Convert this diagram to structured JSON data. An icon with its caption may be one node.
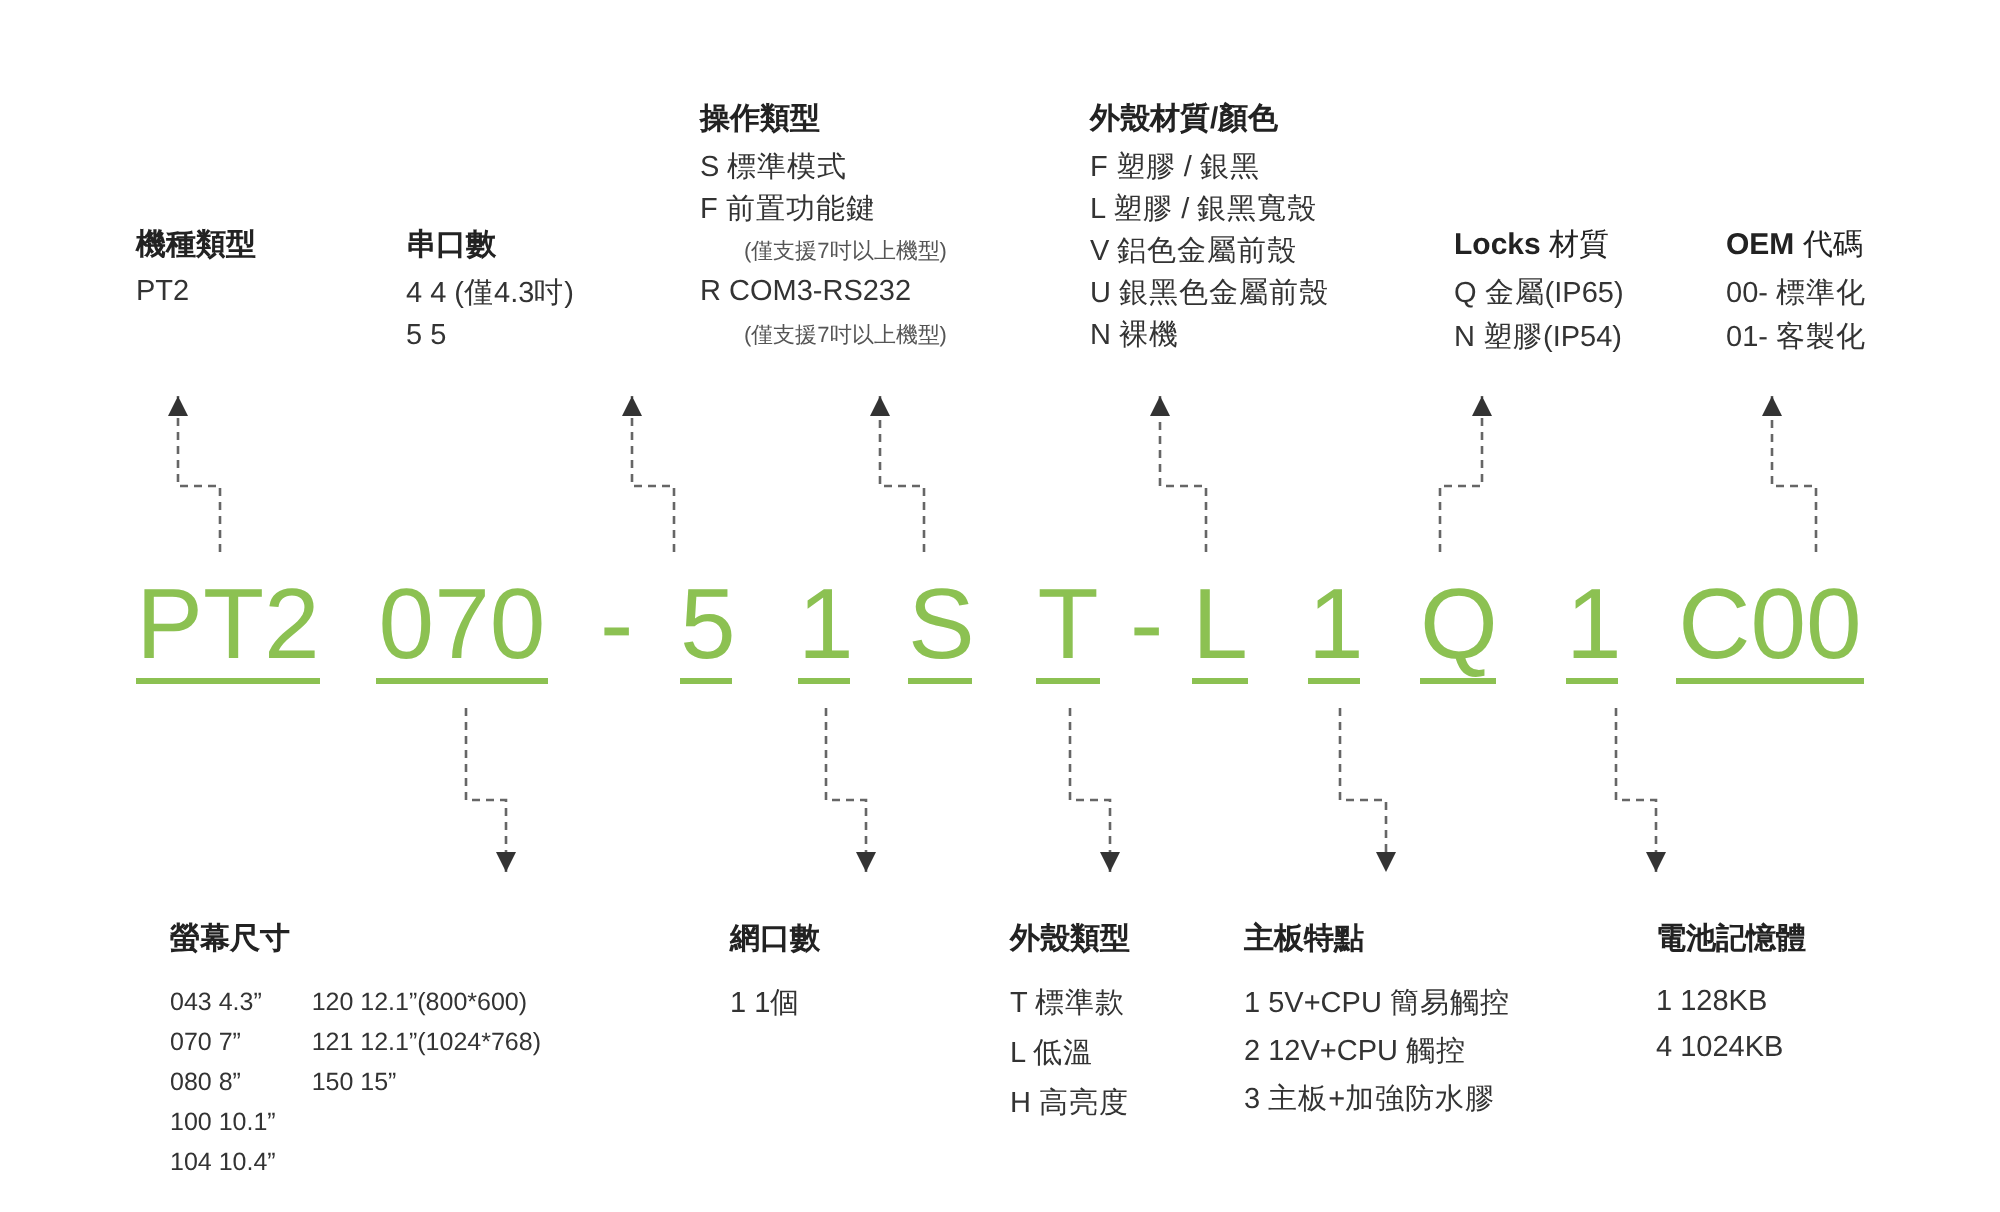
{
  "diagram": {
    "nodes": [
      {
        "text": [
          "機種類型",
          "PT2"
        ]
      },
      {
        "text": [
          "串口數",
          "4 4 (僅4.3吋)",
          "5 5"
        ]
      },
      {
        "text": [
          "操作類型",
          "S 標準模式",
          "F 前置功能鍵",
          "(僅支援7吋以上機型)",
          "R COM3-RS232",
          "(僅支援7吋以上機型)"
        ]
      },
      {
        "text": [
          "外殼材質/顏色",
          "F 塑膠 / 銀黑",
          "L 塑膠 / 銀黑寬殼",
          "V 鋁色金屬前殼",
          "U 銀黑色金屬前殼",
          "N 裸機"
        ]
      },
      {
        "text": [
          "**Locks** 材質",
          "Q 金屬(IP65)",
          "N 塑膠(IP54)"
        ]
      },
      {
        "text": [
          "**OEM** 代碼",
          "00- 標準化",
          "01- 客製化"
        ]
      },
      {
        "text": [
          "PT2"
        ]
      },
      {
        "text": [
          "070"
        ]
      },
      {
        "text": [
          "5"
        ]
      },
      {
        "text": [
          "1"
        ]
      },
      {
        "text": [
          "S"
        ]
      },
      {
        "text": [
          "T"
        ]
      },
      {
        "text": [
          "L"
        ]
      },
      {
        "text": [
          "1"
        ]
      },
      {
        "text": [
          "Q"
        ]
      },
      {
        "text": [
          "1"
        ]
      },
      {
        "text": [
          "C00"
        ]
      },
      {
        "text": [
          "螢幕尺寸",
          "043 4.3”",
          "070 7”",
          "080 8”",
          "100 10.1”",
          "104 10.4”",
          "120 12.1”(800*600)",
          "121 12.1”(1024*768)",
          "150 15”"
        ]
      },
      {
        "text": [
          "網口數",
          "1 1個"
        ]
      },
      {
        "text": [
          "外殼類型",
          "T 標準款",
          "L 低溫",
          "H 高亮度"
        ]
      },
      {
        "text": [
          "主板特點",
          "1 5V+CPU 簡易觸控",
          "2 12V+CPU 觸控",
          "3 主板+加強防水膠"
        ]
      },
      {
        "text": [
          "電池記憶體",
          "1 128KB",
          "4 1024KB"
        ]
      }
    ],
    "edges": [
      {
        "from": 6,
        "to": 0,
        "arrow": "to",
        "style": "dashed"
      },
      {
        "from": 7,
        "to": 17,
        "arrow": "to",
        "style": "dashed"
      },
      {
        "from": 8,
        "to": 1,
        "arrow": "to",
        "style": "dashed"
      },
      {
        "from": 9,
        "to": 18,
        "arrow": "to",
        "style": "dashed"
      },
      {
        "from": 10,
        "to": 2,
        "arrow": "to",
        "style": "dashed"
      },
      {
        "from": 11,
        "to": 19,
        "arrow": "to",
        "style": "dashed"
      },
      {
        "from": 12,
        "to": 3,
        "arrow": "to",
        "style": "dashed"
      },
      {
        "from": 13,
        "to": 20,
        "arrow": "to",
        "style": "dashed"
      },
      {
        "from": 14,
        "to": 4,
        "arrow": "to",
        "style": "dashed"
      },
      {
        "from": 15,
        "to": 21,
        "arrow": "to",
        "style": "dashed"
      },
      {
        "from": 16,
        "to": 5,
        "arrow": "to",
        "style": "dashed"
      }
    ],
    "labels": [
      "-",
      "-"
    ]
  }
}
